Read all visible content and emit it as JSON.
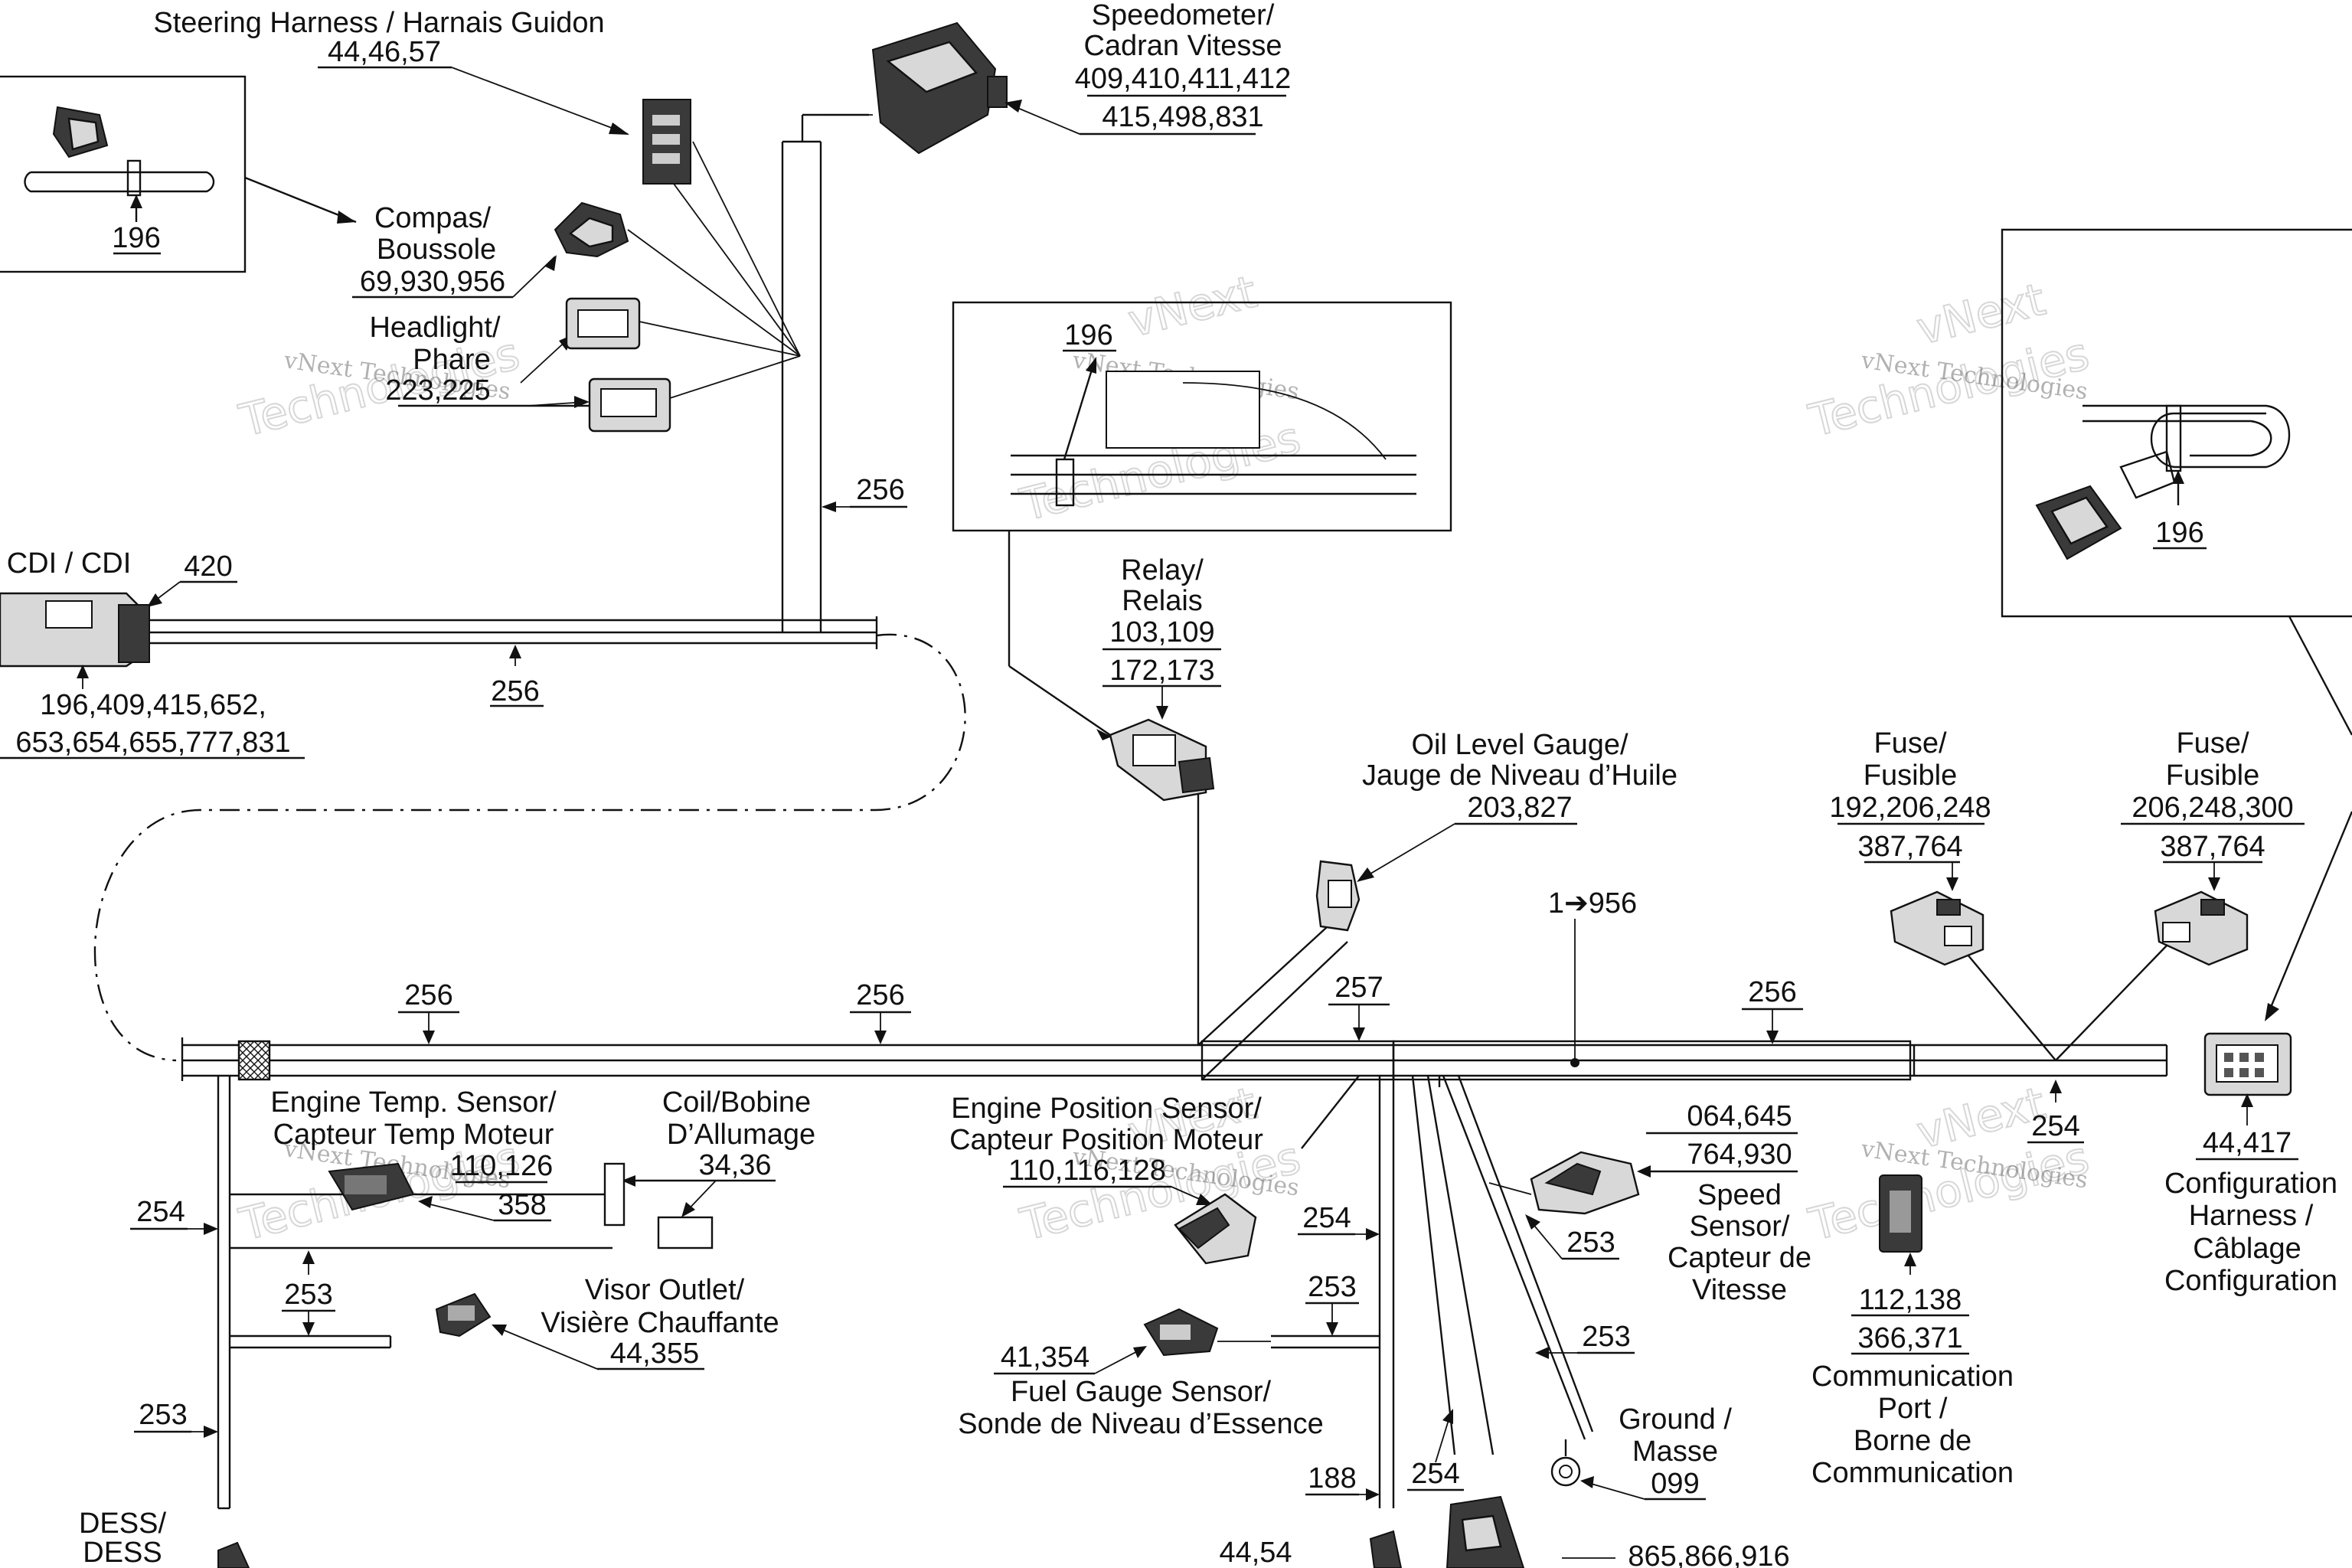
{
  "steering": {
    "title": "Steering Harness / Harnais Guidon",
    "refs": "44,46,57",
    "inset_ref": "196"
  },
  "speedo": {
    "title1": "Speedometer/",
    "title2": "Cadran Vitesse",
    "refs1": "409,410,411,412",
    "refs2": "415,498,831"
  },
  "compas": {
    "title1": "Compas/",
    "title2": "Boussole",
    "refs": "69,930,956"
  },
  "headlight": {
    "title1": "Headlight/",
    "title2": "Phare",
    "refs": "223,225"
  },
  "cdi": {
    "title": "CDI / CDI",
    "ref": "420",
    "refs1": "196,409,415,652,",
    "refs2": "653,654,655,777,831"
  },
  "wire_refs": {
    "w256a": "256",
    "w256b": "256",
    "w256c": "256",
    "w256d": "256",
    "w256e": "256",
    "w257": "257",
    "w254a": "254",
    "w254b": "254",
    "w254c": "254",
    "w254d": "254",
    "w253a": "253",
    "w253b": "253",
    "w253c": "253",
    "w253d": "253",
    "w253e": "253",
    "w188": "188"
  },
  "inset_mid": {
    "ref": "196"
  },
  "inset_right": {
    "ref": "196"
  },
  "relay": {
    "title1": "Relay/",
    "title2": "Relais",
    "refs1": "103,109",
    "refs2": "172,173"
  },
  "oil": {
    "title1": "Oil Level Gauge/",
    "title2": "Jauge de Niveau d’Huile",
    "refs": "203,827"
  },
  "fuse1": {
    "title1": "Fuse/",
    "title2": "Fusible",
    "refs1": "192,206,248",
    "refs2": "387,764"
  },
  "fuse2": {
    "title1": "Fuse/",
    "title2": "Fusible",
    "refs1": "206,248,300",
    "refs2": "387,764"
  },
  "main_ref": "1➔956",
  "config": {
    "refs": "44,417",
    "t1": "Configuration",
    "t2": "Harness /",
    "t3": "Câblage",
    "t4": "Configuration"
  },
  "engine_temp": {
    "t1": "Engine Temp. Sensor/",
    "t2": "Capteur Temp Moteur",
    "refs1": "110,126",
    "refs2": "358"
  },
  "coil": {
    "t1": "Coil/Bobine",
    "t2": "D’Allumage",
    "refs": "34,36"
  },
  "eng_pos": {
    "t1": "Engine Position Sensor/",
    "t2": "Capteur Position Moteur",
    "refs": "110,116,128"
  },
  "speed_sensor": {
    "refs1": "064,645",
    "refs2": "764,930",
    "t1": "Speed",
    "t2": "Sensor/",
    "t3": "Capteur de",
    "t4": "Vitesse"
  },
  "comm": {
    "refs1": "112,138",
    "refs2": "366,371",
    "t1": "Communication",
    "t2": "Port /",
    "t3": "Borne de",
    "t4": "Communication"
  },
  "visor": {
    "t1": "Visor Outlet/",
    "t2": "Visière Chauffante",
    "refs": "44,355"
  },
  "fuel": {
    "refs": "41,354",
    "t1": "Fuel Gauge Sensor/",
    "t2": "Sonde de Niveau d’Essence"
  },
  "ground": {
    "t1": "Ground /",
    "t2": "Masse",
    "refs": "099"
  },
  "dess": {
    "t1": "DESS/",
    "t2": "DESS"
  },
  "bottom": {
    "refs_left": "44,54",
    "refs_right": "865,866,916"
  },
  "watermark": {
    "brand": "vNext Technologies",
    "word": "Technologies",
    "short": "vNext"
  }
}
